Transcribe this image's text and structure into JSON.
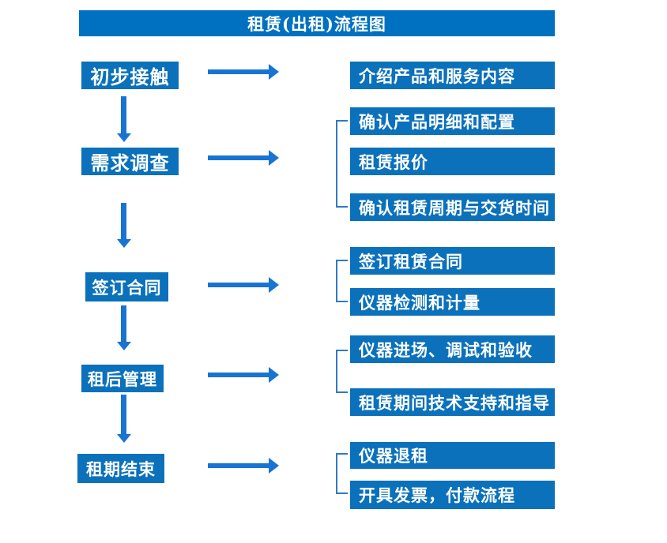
{
  "title": "租赁(出租)流程图",
  "colors": {
    "title_bar": "#0070C0",
    "process_box": "#0B71BB",
    "arrow": "#1874D2",
    "bracket": "#2E79C4",
    "text": "#FFFFFF",
    "background": "#FFFFFF"
  },
  "flow": [
    {
      "step": "初步接触",
      "details": [
        "介绍产品和服务内容"
      ]
    },
    {
      "step": "需求调查",
      "details": [
        "确认产品明细和配置",
        "租赁报价",
        "确认租赁周期与交货时间"
      ]
    },
    {
      "step": "签订合同",
      "details": [
        "签订租赁合同",
        "仪器检测和计量"
      ]
    },
    {
      "step": "租后管理",
      "details": [
        "仪器进场、调试和验收",
        "租赁期间技术支持和指导"
      ]
    },
    {
      "step": "租期结束",
      "details": [
        "仪器退租",
        "开具发票，付款流程"
      ]
    }
  ]
}
